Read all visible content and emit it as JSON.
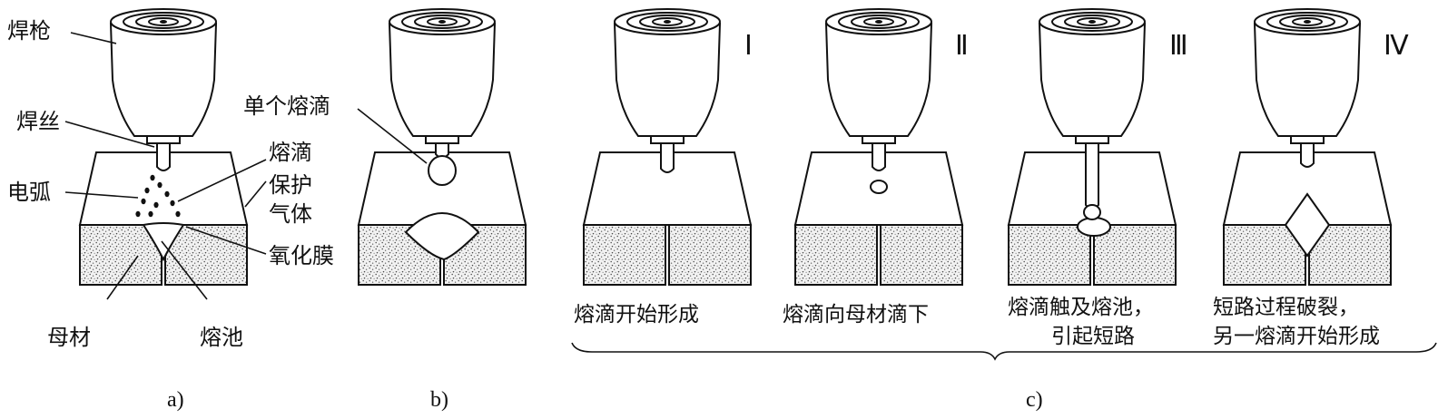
{
  "panel_a": {
    "labels": {
      "torch": "焊枪",
      "wire": "焊丝",
      "arc": "电弧",
      "droplet": "熔滴",
      "shield_gas_1": "保护",
      "shield_gas_2": "气体",
      "oxide_film": "氧化膜",
      "base_metal": "母材",
      "weld_pool": "熔池"
    },
    "caption": "a)"
  },
  "panel_b": {
    "labels": {
      "single_droplet": "单个熔滴"
    },
    "caption": "b)"
  },
  "panel_c": {
    "stages": [
      {
        "numeral": "Ⅰ",
        "desc_line1": "熔滴开始形成",
        "desc_line2": ""
      },
      {
        "numeral": "Ⅱ",
        "desc_line1": "熔滴向母材滴下",
        "desc_line2": ""
      },
      {
        "numeral": "Ⅲ",
        "desc_line1": "熔滴触及熔池，",
        "desc_line2": "引起短路"
      },
      {
        "numeral": "Ⅳ",
        "desc_line1": "短路过程破裂，",
        "desc_line2": "另一熔滴开始形成"
      }
    ],
    "caption": "c)"
  },
  "colors": {
    "ink": "#111111",
    "paper": "#ffffff",
    "stipple": "#555555"
  }
}
